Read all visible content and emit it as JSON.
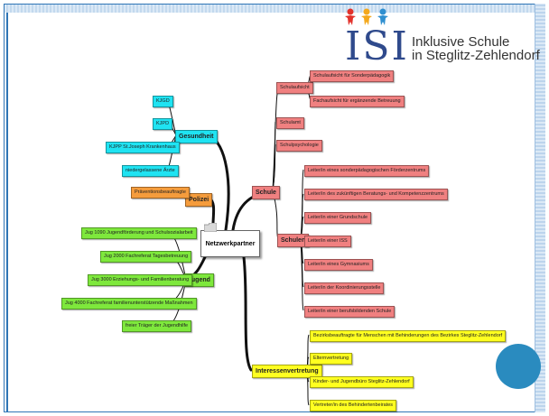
{
  "logo": {
    "brand": "ISI",
    "line1": "Inklusive Schule",
    "line2": "in Steglitz-Zehlendorf"
  },
  "center": "Netzwerkpartner",
  "categories": {
    "schule": "Schule",
    "gesundheit": "Gesundheit",
    "polizei": "Polizei",
    "jugend": "Jugend",
    "interessenvertretung": "Interessenvertretung"
  },
  "schule": {
    "schulaufsicht": "Schulaufsicht",
    "schulaufsicht_items": [
      "Schulaufsicht für Sonderpädagogik",
      "Fachaufsicht für ergänzende Betreuung"
    ],
    "schulamt": "Schulamt",
    "schulpsychologie": "Schulpsychologie",
    "schulen": "Schulen",
    "schulen_items": [
      "Leiter/in eines sonderpädagogischen Förderzentrums",
      "Leiter/in des zukünftigen Beratungs- und Kompetenzzentrums",
      "Leiter/in einer Grundschule",
      "Leiter/in einer ISS",
      "Leiter/in eines Gymnasiums",
      "Leiter/in der Koordinierungsstelle",
      "Leiter/in einer berufsbildenden Schule"
    ]
  },
  "gesundheit": [
    "KJGD",
    "KJPD",
    "KJPP St.Joseph Krankenhaus",
    "niedergelassene Ärzte"
  ],
  "polizei": [
    "Präventionsbeauftragte"
  ],
  "jugend": [
    "Jug 1090 Jugendförderung und Schulsozialarbeit",
    "Jug 2000 Fachreferat Tagesbetreuung",
    "Jug 3000 Erziehungs- und Familienberatung",
    "Jug 4000 Fachreferat familienunterstützende Maßnahmen",
    "freier Träger der Jugendhilfe"
  ],
  "interessenvertretung": [
    "Bezirksbeauftragte für Menschen mit Behinderungen des Bezirkes Steglitz-Zehlendorf",
    "Elternvertretung",
    "Kinder- und Jugendbüro Steglitz-Zehlendorf",
    "Vertreter/in des Behindertenbeirates"
  ],
  "colors": {
    "schule": "#f08080",
    "gesundheit": "#1fe3f2",
    "polizei": "#f59c3c",
    "jugend": "#7ee83c",
    "interessenvertretung": "#ffff20",
    "accent": "#2a8bbf",
    "brand": "#2f4a8c"
  }
}
